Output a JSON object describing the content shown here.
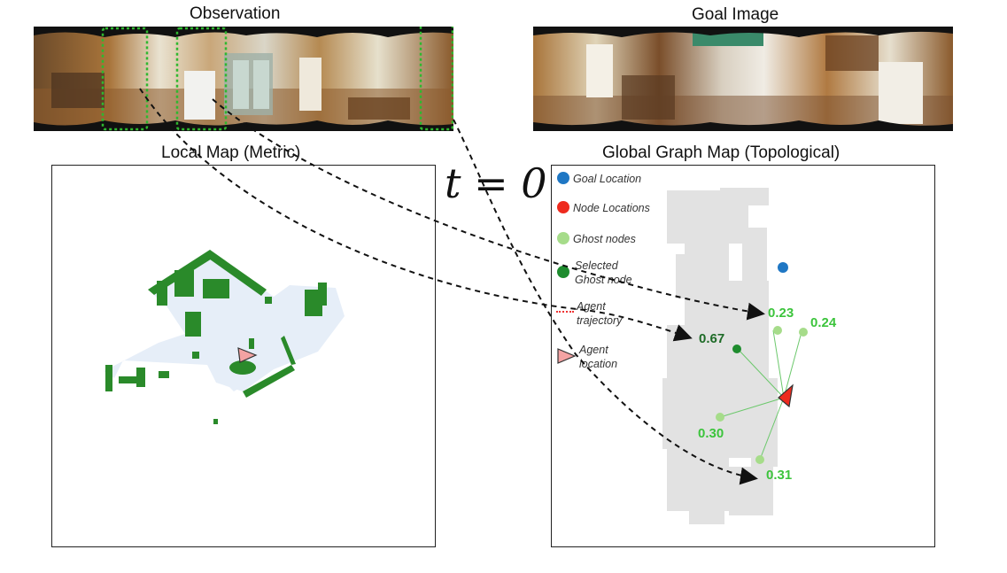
{
  "titles": {
    "observation": "Observation",
    "goal_image": "Goal Image",
    "local_map": "Local Map (Metric)",
    "global_map": "Global Graph Map (Topological)"
  },
  "time_label": "t = 0",
  "legend": [
    {
      "label": "Goal Location",
      "color": "#1f77c4",
      "icon": "circle-icon"
    },
    {
      "label": "Node Locations",
      "color": "#ee2b1e",
      "icon": "circle-icon"
    },
    {
      "label": "Ghost nodes",
      "color": "#a6dc8a",
      "icon": "circle-icon"
    },
    {
      "label": "Selected Ghost node",
      "color": "#1e8c2e",
      "icon": "circle-icon"
    },
    {
      "label": "Agent trajectory",
      "color": "#e33",
      "icon": "dotted-line-icon"
    },
    {
      "label": "Agent location",
      "color": "#f4a3a3",
      "icon": "triangle-icon"
    }
  ],
  "scores": {
    "s1": "0.23",
    "s2": "0.24",
    "s3": "0.67",
    "s4": "0.30",
    "s5": "0.31"
  },
  "colors": {
    "ghost_score": "#3cc43c",
    "selected_score": "#1e6b27",
    "map_free": "#e2e2e2",
    "local_free": "#e6eef8",
    "local_wall": "#2a8a2a"
  }
}
